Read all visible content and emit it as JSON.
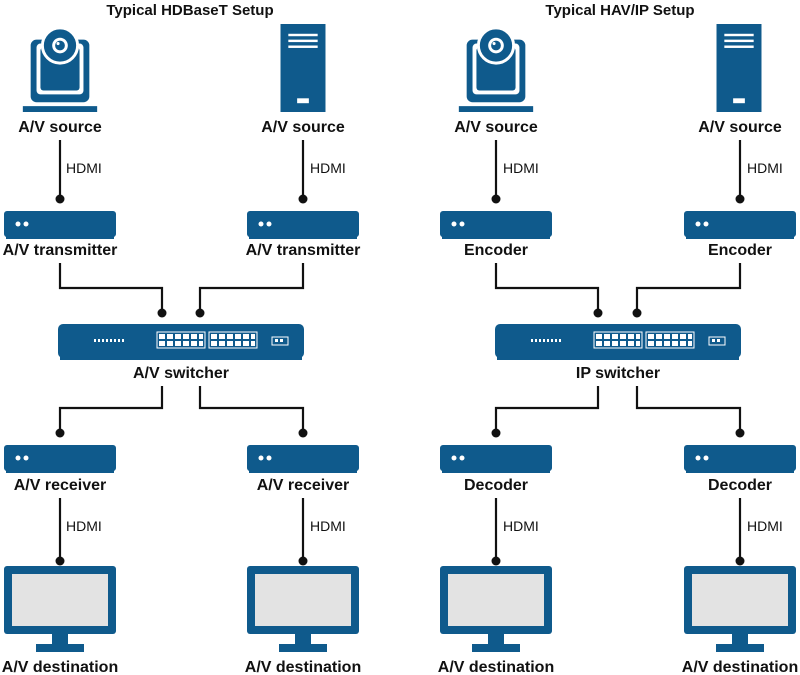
{
  "colors": {
    "device": "#0f5a8c",
    "screen": "#e3e3e3",
    "line": "#111111"
  },
  "left": {
    "title": "Typical HDBaseT Setup",
    "source_camera": "A/V source",
    "source_server": "A/V source",
    "hdmi_top_1": "HDMI",
    "hdmi_top_2": "HDMI",
    "transmitter_1": "A/V transmitter",
    "transmitter_2": "A/V transmitter",
    "switcher": "A/V switcher",
    "receiver_1": "A/V receiver",
    "receiver_2": "A/V receiver",
    "hdmi_bottom_1": "HDMI",
    "hdmi_bottom_2": "HDMI",
    "destination_1": "A/V destination",
    "destination_2": "A/V destination"
  },
  "right": {
    "title": "Typical HAV/IP Setup",
    "source_camera": "A/V source",
    "source_server": "A/V source",
    "hdmi_top_1": "HDMI",
    "hdmi_top_2": "HDMI",
    "encoder_1": "Encoder",
    "encoder_2": "Encoder",
    "switcher": "IP switcher",
    "decoder_1": "Decoder",
    "decoder_2": "Decoder",
    "hdmi_bottom_1": "HDMI",
    "hdmi_bottom_2": "HDMI",
    "destination_1": "A/V destination",
    "destination_2": "A/V destination"
  }
}
